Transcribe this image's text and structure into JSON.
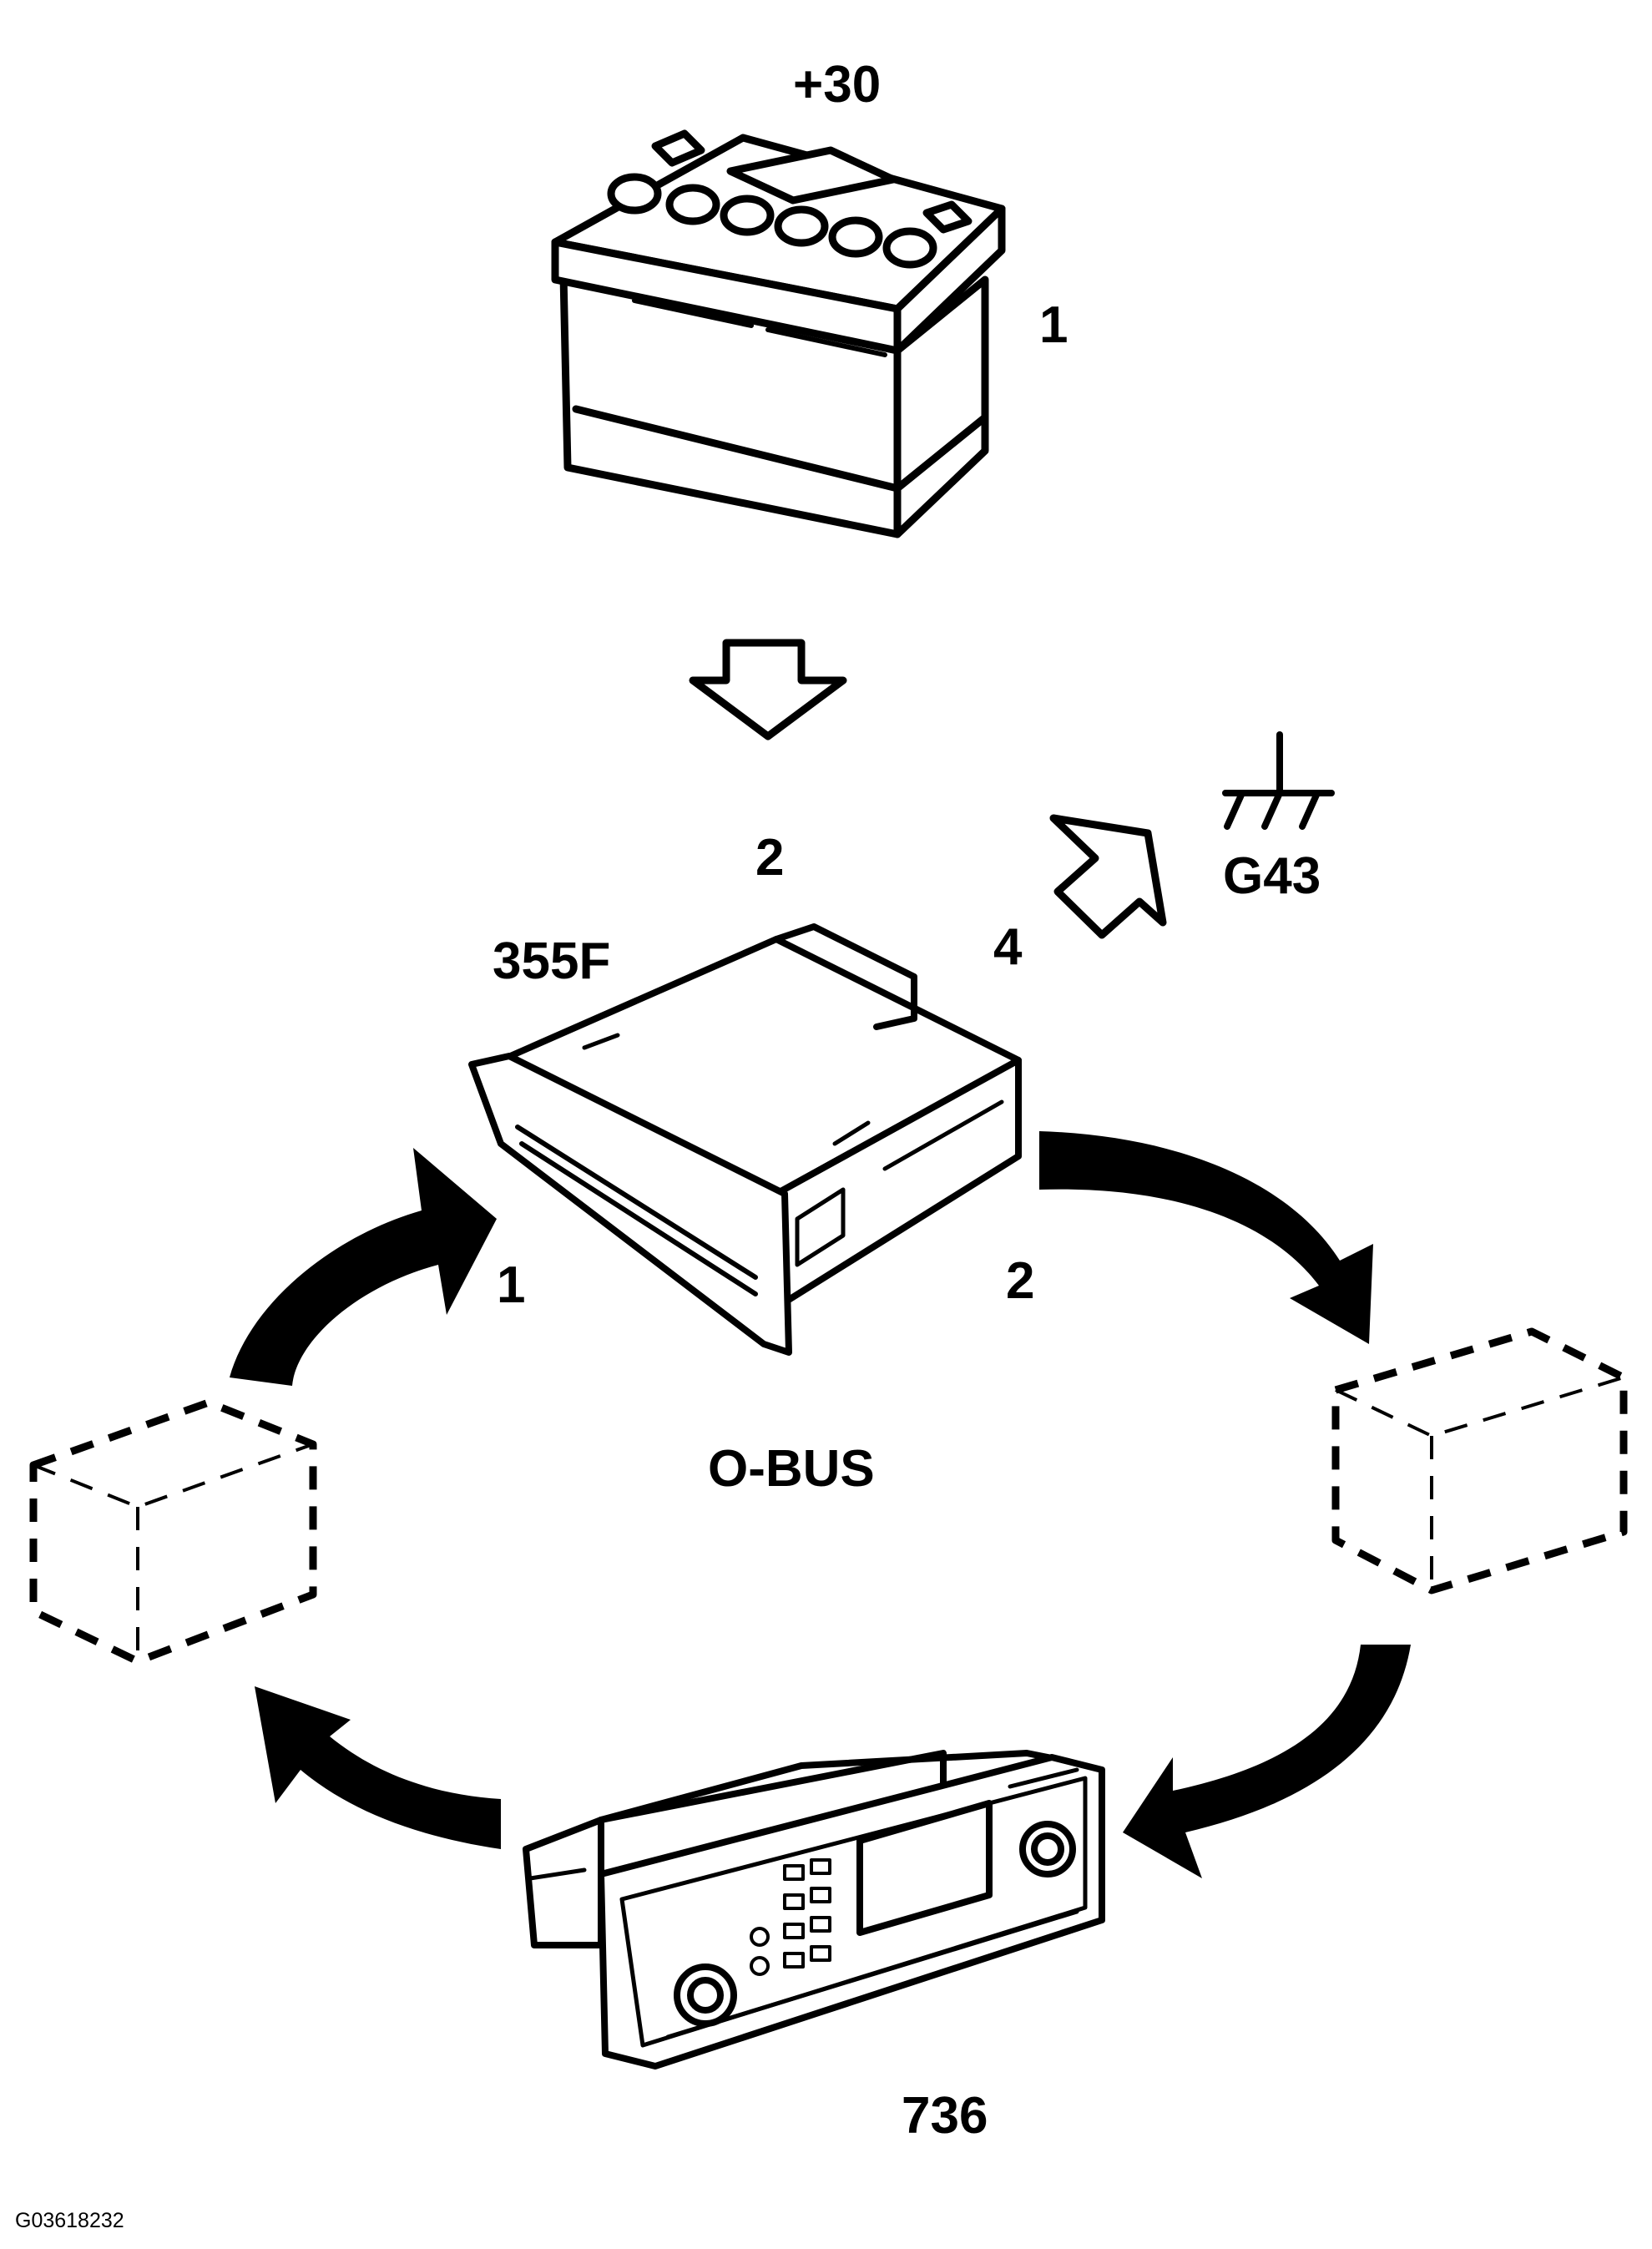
{
  "diagram": {
    "supply_label": "+30",
    "battery_pin_label": "1",
    "module_pin_power_label": "2",
    "module_pin_ground_label": "4",
    "ground_label": "G43",
    "module_id_label": "355F",
    "bus_in_pin_label": "1",
    "bus_out_pin_label": "2",
    "bus_label": "O-BUS",
    "head_unit_id_label": "736",
    "figure_code": "G03618232"
  },
  "colors": {
    "ink": "#000000",
    "paper": "#ffffff"
  }
}
